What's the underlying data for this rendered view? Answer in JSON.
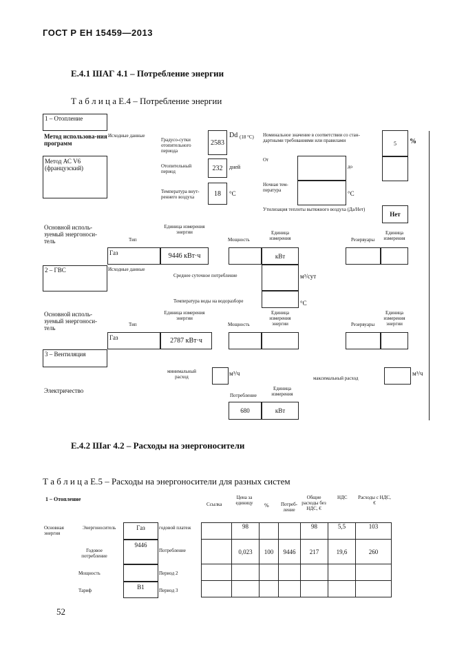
{
  "header": {
    "standard": "ГОСТ Р ЕН 15459—2013"
  },
  "section1": {
    "title": "Е.4.1 ШАГ 4.1 – Потребление энергии"
  },
  "table4": {
    "caption": "Т а б л и ц а  Е.4 – Потребление энергии",
    "heating": {
      "label": "1 – Отопление",
      "method_label": "Метод использова-ния программ",
      "input_data_label": "Исходные данные",
      "method_value": "Метод АС V6 (французский)",
      "degree_days_label": "Градусо-сутки отопительного периода",
      "degree_days_value": "2583",
      "degree_days_unit": "Dd",
      "degree_days_unit_sub": "(18 °С)",
      "heating_period_label": "Отопительный период",
      "heating_period_value": "232",
      "heating_period_unit": "дней",
      "indoor_temp_label": "Температура внут-реннего воздуха",
      "indoor_temp_value": "18",
      "indoor_temp_unit": "°C",
      "nominal_label": "Номинальное значение в соответствии со стан-дартными требованиями или правилами",
      "nominal_value": "5",
      "nominal_unit": "%",
      "from_label": "От",
      "to_label": "до",
      "night_temp_label": "Ночная тем-пература",
      "night_temp_unit": "°C",
      "heat_recovery_label": "Утилизация теплоты вытяжного воздуха (Да/Нет)",
      "heat_recovery_value": "Нет",
      "main_carrier_label": "Основной исполь-зуемый энергоноси-тель",
      "type_label": "Тип",
      "energy_unit_label": "Единица измерения энергии",
      "power_label": "Мощность",
      "unit_label": "Единица измерения",
      "reserves_label": "Резервуары",
      "unit2_label": "Единица измерения",
      "type_value": "Газ",
      "energy_value": "9446 кВт·ч",
      "power_unit_value": "кВт"
    },
    "dhw": {
      "label": "2 – ГВС",
      "input_data_label": "Исходные данные",
      "daily_label": "Среднее суточное потребление",
      "daily_unit": "м³/сут",
      "water_temp_label": "Температура воды на водоразборе",
      "water_temp_unit": "°C",
      "main_carrier_label": "Основной исполь-зуемый энергоноси-тель",
      "type_label": "Тип",
      "energy_unit_label": "Единица измерения энергии",
      "power_label": "Мощность",
      "unit_label": "Единица измерения энергии",
      "reserves_label": "Резервуары",
      "unit2_label": "Единица измерения энергии",
      "type_value": "Газ",
      "energy_value": "2787 кВт·ч"
    },
    "ventilation": {
      "label": "3 – Вентиляция",
      "min_flow_label": "минимальный расход",
      "min_flow_unit": "м³/ч",
      "max_flow_label": "максимальный расход",
      "max_flow_unit": "м³/ч",
      "electricity_label": "Электричество",
      "consumption_label": "Потребление",
      "unit_label": "Единица измерения",
      "consumption_value": "680",
      "unit_value": "кВт"
    }
  },
  "section2": {
    "title": "Е.4.2 Шаг 4.2 – Расходы на энергоносители"
  },
  "table5": {
    "caption": "Т а б л и ц а  Е.5 – Расходы на энергоносители для разных систем",
    "row_header": "1 – Отопление",
    "columns": [
      "Ссылка",
      "Цена за единицу",
      "%",
      "Потреб-ление",
      "Общие расходы без НДС, €",
      "НДС",
      "Расходы с НДС, €"
    ],
    "main_energy_label": "Основная энергия",
    "carrier_label": "Энергоноситель",
    "carrier_value": "Газ",
    "annual_fee_label": "годовой платеж",
    "annual_consumption_label": "Годовое потребление",
    "annual_consumption_value": "9446",
    "consumption_label": "Потребление",
    "power_label": "Мощность",
    "period2_label": "Период 2",
    "tariff_label": "Тариф",
    "tariff_value": "В1",
    "period3_label": "Период 3",
    "rows": [
      [
        "",
        "98",
        "",
        "",
        "98",
        "5,5",
        "103"
      ],
      [
        "",
        "0,023",
        "100",
        "9446",
        "217",
        "19,6",
        "260"
      ],
      [
        "",
        "",
        "",
        "",
        "",
        "",
        ""
      ],
      [
        "",
        "",
        "",
        "",
        "",
        "",
        ""
      ]
    ]
  },
  "footer": {
    "page_number": "52"
  }
}
